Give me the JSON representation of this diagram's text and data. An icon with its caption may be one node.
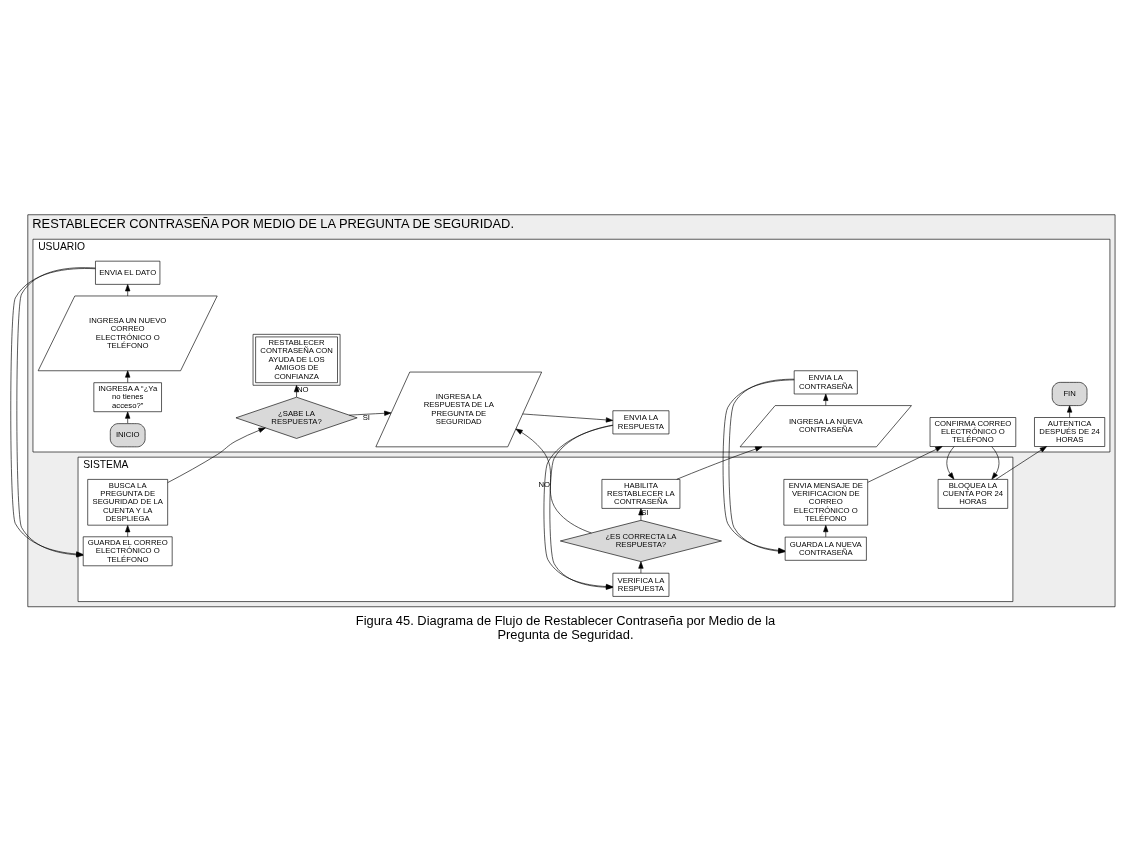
{
  "diagram": {
    "caption": "Figura 45. Diagrama de Flujo de Restablecer Contraseña por Medio de la Pregunta de Seguridad.",
    "nodes": [
      {
        "text": [
          "RESTABLECER CONTRASEÑA POR MEDIO DE LA PREGUNTA DE SEGURIDAD."
        ]
      },
      {
        "text": [
          "USUARIO"
        ],
        "in": 0
      },
      {
        "text": [
          "SISTEMA"
        ],
        "in": 0
      },
      {
        "text": [
          "INICIO"
        ],
        "in": 1
      },
      {
        "text": [
          "INGRESA A “¿Ya no tienes acceso?”"
        ],
        "in": 1
      },
      {
        "text": [
          "INGRESA UN NUEVO CORREO ELECTRÓNICO O TELÉFONO"
        ],
        "in": 1
      },
      {
        "text": [
          "ENVIA EL DATO"
        ],
        "in": 1
      },
      {
        "text": [
          "RESTABLECER CONTRASEÑA CON AYUDA DE LOS AMIGOS DE CONFIANZA"
        ],
        "in": 1
      },
      {
        "text": [
          "¿SABE LA RESPUESTA?"
        ],
        "in": 1
      },
      {
        "text": [
          "INGRESA LA RESPUESTA DE LA PREGUNTA DE SEGURIDAD"
        ],
        "in": 1
      },
      {
        "text": [
          "ENVIA LA RESPUESTA"
        ],
        "in": 1
      },
      {
        "text": [
          "INGRESA LA NUEVA CONTRASEÑA"
        ],
        "in": 1
      },
      {
        "text": [
          "ENVIA LA CONTRASEÑA"
        ],
        "in": 1
      },
      {
        "text": [
          "CONFIRMA CORREO ELECTRÓNICO O TELÉFONO"
        ],
        "in": 1
      },
      {
        "text": [
          "FIN"
        ],
        "in": 1
      },
      {
        "text": [
          "AUTENTICA DESPUÉS DE 24 HORAS"
        ],
        "in": 1
      },
      {
        "text": [
          "GUARDA EL CORREO ELECTRÓNICO O TELÉFONO"
        ],
        "in": 2
      },
      {
        "text": [
          "BUSCA LA PREGUNTA DE SEGURIDAD DE LA CUENTA Y LA DESPLIEGA"
        ],
        "in": 2
      },
      {
        "text": [
          "VERIFICA LA RESPUESTA"
        ],
        "in": 2
      },
      {
        "text": [
          "¿ES CORRECTA LA RESPUESTA?"
        ],
        "in": 2
      },
      {
        "text": [
          "HABILITA RESTABLECER LA CONTRASEÑA"
        ],
        "in": 2
      },
      {
        "text": [
          "GUARDA LA NUEVA CONTRASEÑA"
        ],
        "in": 2
      },
      {
        "text": [
          "ENVIA MENSAJE DE VERIFICACION DE CORREO ELECTRÓNICO O TELÉFONO"
        ],
        "in": 2
      },
      {
        "text": [
          "BLOQUEA LA CUENTA POR 24 HORAS"
        ],
        "in": 2
      }
    ],
    "edges": [
      {
        "from": 3,
        "to": 4,
        "arrow": "to"
      },
      {
        "from": 4,
        "to": 5,
        "arrow": "to"
      },
      {
        "from": 5,
        "to": 6,
        "arrow": "to"
      },
      {
        "from": 6,
        "to": 16,
        "arrow": "to"
      },
      {
        "from": 16,
        "to": 17,
        "arrow": "to"
      },
      {
        "from": 17,
        "to": 8,
        "arrow": "to"
      },
      {
        "from": 8,
        "to": 7,
        "arrow": "to",
        "label": "NO"
      },
      {
        "from": 8,
        "to": 9,
        "arrow": "to",
        "label": "SI"
      },
      {
        "from": 9,
        "to": 10,
        "arrow": "to"
      },
      {
        "from": 10,
        "to": 18,
        "arrow": "to"
      },
      {
        "from": 18,
        "to": 19,
        "arrow": "to"
      },
      {
        "from": 19,
        "to": 9,
        "arrow": "to",
        "label": "NO"
      },
      {
        "from": 19,
        "to": 20,
        "arrow": "to",
        "label": "SI"
      },
      {
        "from": 20,
        "to": 11,
        "arrow": "to"
      },
      {
        "from": 11,
        "to": 12,
        "arrow": "to"
      },
      {
        "from": 12,
        "to": 21,
        "arrow": "to"
      },
      {
        "from": 21,
        "to": 22,
        "arrow": "to"
      },
      {
        "from": 22,
        "to": 13,
        "arrow": "to"
      },
      {
        "from": 13,
        "to": 23,
        "arrow": "to"
      },
      {
        "from": 23,
        "to": 15,
        "arrow": "to"
      },
      {
        "from": 15,
        "to": 14,
        "arrow": "to"
      }
    ]
  }
}
